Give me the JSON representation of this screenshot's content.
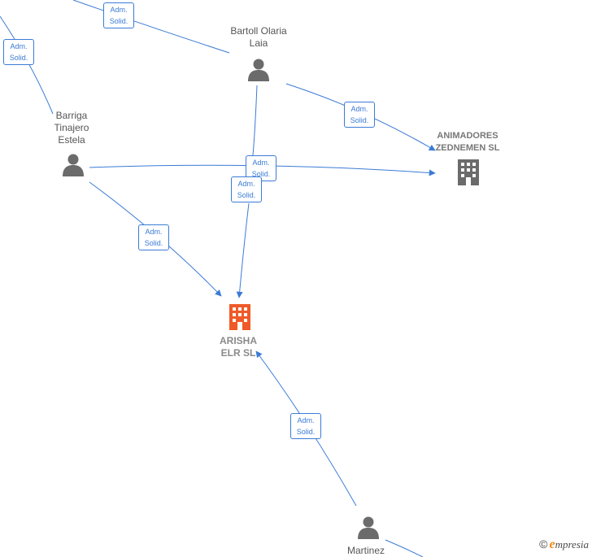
{
  "colors": {
    "edge": "#3b7bd6",
    "person": "#6b6b6b",
    "company": "#6b6b6b",
    "company_main": "#f05a28"
  },
  "icons": {
    "person": "person-icon",
    "company": "building-icon"
  },
  "nodes": {
    "bartoll": {
      "lines": [
        "Bartoll Olaria",
        "Laia"
      ],
      "kind": "person"
    },
    "barriga": {
      "lines": [
        "Barriga",
        "Tinajero",
        "Estela"
      ],
      "kind": "person"
    },
    "martinez": {
      "lines": [
        "Martinez"
      ],
      "kind": "person"
    },
    "animadores": {
      "lines": [
        "ANIMADORES",
        "ZEDNEMEN SL"
      ],
      "kind": "company"
    },
    "arisha": {
      "lines": [
        "ARISHA",
        "ELR SL"
      ],
      "kind": "company_main"
    }
  },
  "edge_label": [
    "Adm.",
    "Solid."
  ],
  "brand": {
    "copyright": "©",
    "initial": "e",
    "rest": "mpresia"
  }
}
